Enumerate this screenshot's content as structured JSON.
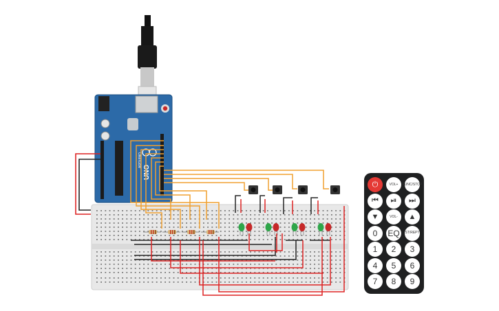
{
  "scene": {
    "title": "",
    "colors": {
      "board": "#2c6aa8",
      "breadboard": "#e8e8e8",
      "wire_orange": "#f0a030",
      "wire_red": "#d22",
      "wire_black": "#222",
      "led_green": "#2fa64a",
      "led_red": "#c62828",
      "button": "#333333",
      "remote_body": "#1f2021",
      "remote_power": "#e53935"
    }
  },
  "arduino": {
    "brand": "UNO",
    "brand_small": "ARDUINO",
    "icon": "usb-cable-icon"
  },
  "remote": {
    "buttons": [
      {
        "label": "",
        "icon": "power-icon",
        "kind": "power"
      },
      {
        "label": "VOL+",
        "kind": "small"
      },
      {
        "label": "FUNC/STOP",
        "kind": "small"
      },
      {
        "label": "",
        "icon": "skip-back-icon",
        "kind": "icon"
      },
      {
        "label": "",
        "icon": "play-pause-icon",
        "kind": "icon"
      },
      {
        "label": "",
        "icon": "skip-forward-icon",
        "kind": "icon"
      },
      {
        "label": "",
        "icon": "arrow-down-icon",
        "kind": "icon"
      },
      {
        "label": "VOL-",
        "kind": "small"
      },
      {
        "label": "",
        "icon": "arrow-up-icon",
        "kind": "icon"
      },
      {
        "label": "0",
        "kind": "num"
      },
      {
        "label": "EQ",
        "kind": "num"
      },
      {
        "label": "ST/REPT",
        "kind": "small"
      },
      {
        "label": "1",
        "kind": "num"
      },
      {
        "label": "2",
        "kind": "num"
      },
      {
        "label": "3",
        "kind": "num"
      },
      {
        "label": "4",
        "kind": "num"
      },
      {
        "label": "5",
        "kind": "num"
      },
      {
        "label": "6",
        "kind": "num"
      },
      {
        "label": "7",
        "kind": "num"
      },
      {
        "label": "8",
        "kind": "num"
      },
      {
        "label": "9",
        "kind": "num"
      }
    ]
  },
  "leds": [
    {
      "color": "green"
    },
    {
      "color": "red"
    },
    {
      "color": "green"
    },
    {
      "color": "red"
    },
    {
      "color": "green"
    },
    {
      "color": "red"
    },
    {
      "color": "green"
    },
    {
      "color": "red"
    }
  ],
  "pushbutton_count": 4,
  "resistor_count": 4
}
